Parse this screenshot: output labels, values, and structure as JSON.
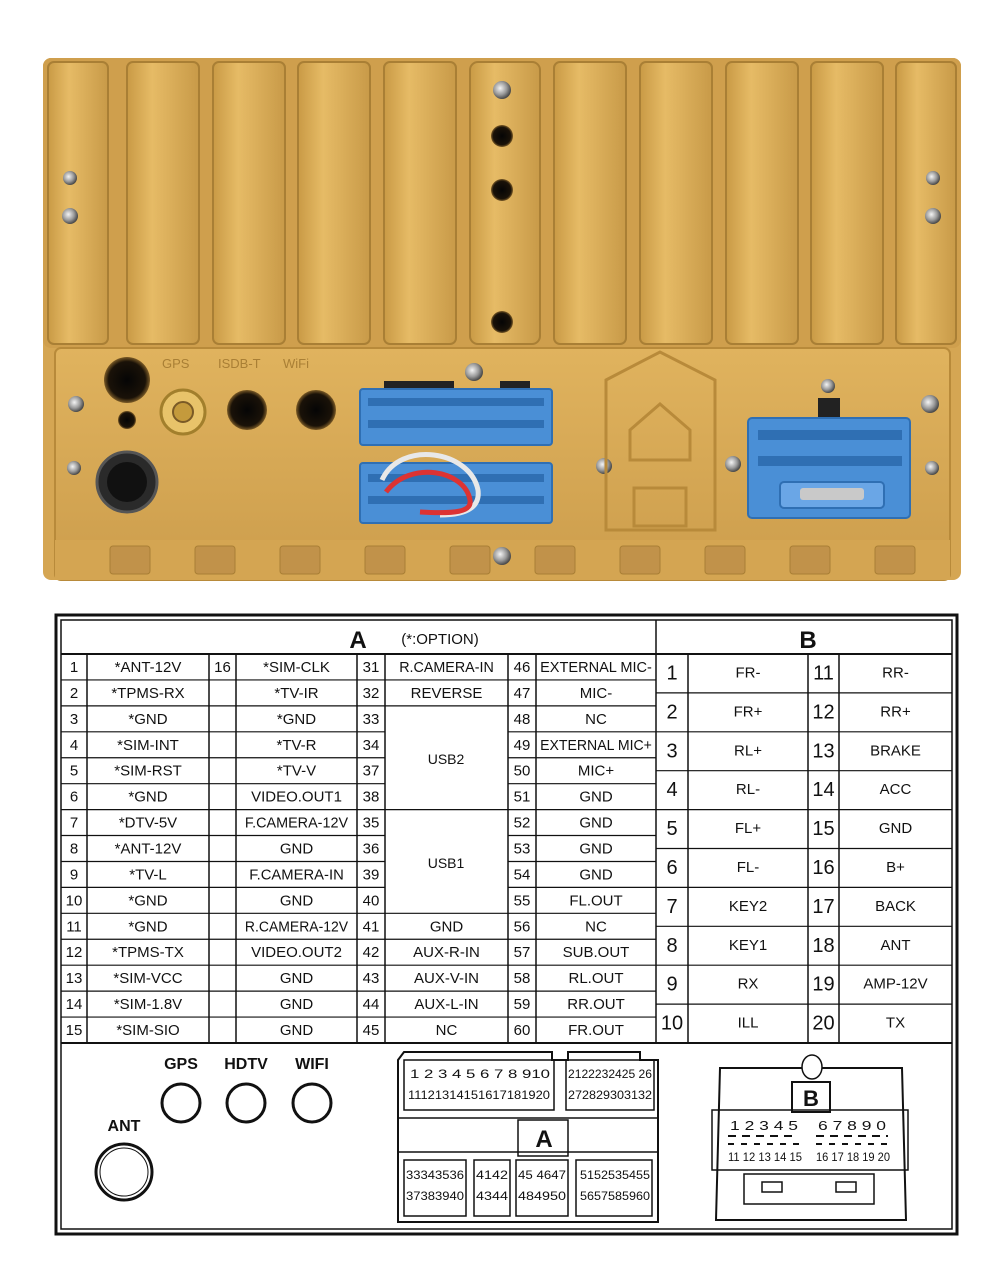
{
  "photo": {
    "port_labels": [
      "GPS",
      "ISDB-T",
      "WiFi"
    ],
    "colors": {
      "housing": "#d9aa55",
      "housing_dark": "#b88a3a",
      "connector": "#4a8fd6",
      "connector_dark": "#2f6fb3"
    }
  },
  "table_a": {
    "title": "A",
    "note": "(*:OPTION)",
    "col1": [
      {
        "num": "1",
        "label": "*ANT-12V"
      },
      {
        "num": "2",
        "label": "*TPMS-RX"
      },
      {
        "num": "3",
        "label": "*GND"
      },
      {
        "num": "4",
        "label": "*SIM-INT"
      },
      {
        "num": "5",
        "label": "*SIM-RST"
      },
      {
        "num": "6",
        "label": "*GND"
      },
      {
        "num": "7",
        "label": "*DTV-5V"
      },
      {
        "num": "8",
        "label": "*ANT-12V"
      },
      {
        "num": "9",
        "label": "*TV-L"
      },
      {
        "num": "10",
        "label": "*GND"
      },
      {
        "num": "11",
        "label": "*GND"
      },
      {
        "num": "12",
        "label": "*TPMS-TX"
      },
      {
        "num": "13",
        "label": "*SIM-VCC"
      },
      {
        "num": "14",
        "label": "*SIM-1.8V"
      },
      {
        "num": "15",
        "label": "*SIM-SIO"
      }
    ],
    "col2": [
      {
        "num": "16",
        "label": "*SIM-CLK"
      },
      {
        "num": "",
        "label": "*TV-IR"
      },
      {
        "num": "",
        "label": "*GND"
      },
      {
        "num": "",
        "label": "*TV-R"
      },
      {
        "num": "",
        "label": "*TV-V"
      },
      {
        "num": "",
        "label": "VIDEO.OUT1"
      },
      {
        "num": "",
        "label": "F.CAMERA-12V"
      },
      {
        "num": "",
        "label": "GND"
      },
      {
        "num": "",
        "label": "F.CAMERA-IN"
      },
      {
        "num": "",
        "label": "GND"
      },
      {
        "num": "",
        "label": "R.CAMERA-12V"
      },
      {
        "num": "",
        "label": "VIDEO.OUT2"
      },
      {
        "num": "",
        "label": "GND"
      },
      {
        "num": "",
        "label": "GND"
      },
      {
        "num": "",
        "label": "GND"
      }
    ],
    "col3_nums": [
      "31",
      "32",
      "33",
      "34",
      "37",
      "38",
      "35",
      "36",
      "39",
      "40",
      "41",
      "42",
      "43",
      "44",
      "45"
    ],
    "col3_labels": [
      "R.CAMERA-IN",
      "REVERSE",
      "",
      "",
      "",
      "",
      "",
      "",
      "",
      "",
      "GND",
      "AUX-R-IN",
      "AUX-V-IN",
      "AUX-L-IN",
      "NC"
    ],
    "usb2": "USB2",
    "usb1": "USB1",
    "col4": [
      {
        "num": "46",
        "label": "EXTERNAL MIC-"
      },
      {
        "num": "47",
        "label": "MIC-"
      },
      {
        "num": "48",
        "label": "NC"
      },
      {
        "num": "49",
        "label": "EXTERNAL MIC+"
      },
      {
        "num": "50",
        "label": "MIC+"
      },
      {
        "num": "51",
        "label": "GND"
      },
      {
        "num": "52",
        "label": "GND"
      },
      {
        "num": "53",
        "label": "GND"
      },
      {
        "num": "54",
        "label": "GND"
      },
      {
        "num": "55",
        "label": "FL.OUT"
      },
      {
        "num": "56",
        "label": "NC"
      },
      {
        "num": "57",
        "label": "SUB.OUT"
      },
      {
        "num": "58",
        "label": "RL.OUT"
      },
      {
        "num": "59",
        "label": "RR.OUT"
      },
      {
        "num": "60",
        "label": "FR.OUT"
      }
    ]
  },
  "table_b": {
    "title": "B",
    "left": [
      {
        "num": "1",
        "label": "FR-"
      },
      {
        "num": "2",
        "label": "FR+"
      },
      {
        "num": "3",
        "label": "RL+"
      },
      {
        "num": "4",
        "label": "RL-"
      },
      {
        "num": "5",
        "label": "FL+"
      },
      {
        "num": "6",
        "label": "FL-"
      },
      {
        "num": "7",
        "label": "KEY2"
      },
      {
        "num": "8",
        "label": "KEY1"
      },
      {
        "num": "9",
        "label": "RX"
      },
      {
        "num": "10",
        "label": "ILL"
      }
    ],
    "right": [
      {
        "num": "11",
        "label": "RR-"
      },
      {
        "num": "12",
        "label": "RR+"
      },
      {
        "num": "13",
        "label": "BRAKE"
      },
      {
        "num": "14",
        "label": "ACC"
      },
      {
        "num": "15",
        "label": "GND"
      },
      {
        "num": "16",
        "label": "B+"
      },
      {
        "num": "17",
        "label": "BACK"
      },
      {
        "num": "18",
        "label": "ANT"
      },
      {
        "num": "19",
        "label": "AMP-12V"
      },
      {
        "num": "20",
        "label": "TX"
      }
    ]
  },
  "bottom": {
    "antennas": [
      {
        "label": "ANT"
      },
      {
        "label": "GPS"
      },
      {
        "label": "HDTV"
      },
      {
        "label": "WIFI"
      }
    ],
    "connector_a": {
      "label": "A",
      "top_left_row1": "1 2 3 4 5 6 7 8 910",
      "top_left_row2": "11121314151617181920",
      "top_right_row1": "2122232425 26",
      "top_right_row2": "272829303132",
      "g1_row1": "33343536",
      "g1_row2": "37383940",
      "g2_row1": "4142",
      "g2_row2": "4344",
      "g3_row1": "45 4647",
      "g3_row2": "484950",
      "g4_row1": "5152535455",
      "g4_row2": "5657585960"
    },
    "connector_b": {
      "label": "B",
      "row1_left": "1 2 3 4 5",
      "row1_right": "6 7 8 9 0",
      "row2_left": "11 12 13 14 15",
      "row2_right": "16 17 18 19 20"
    }
  }
}
